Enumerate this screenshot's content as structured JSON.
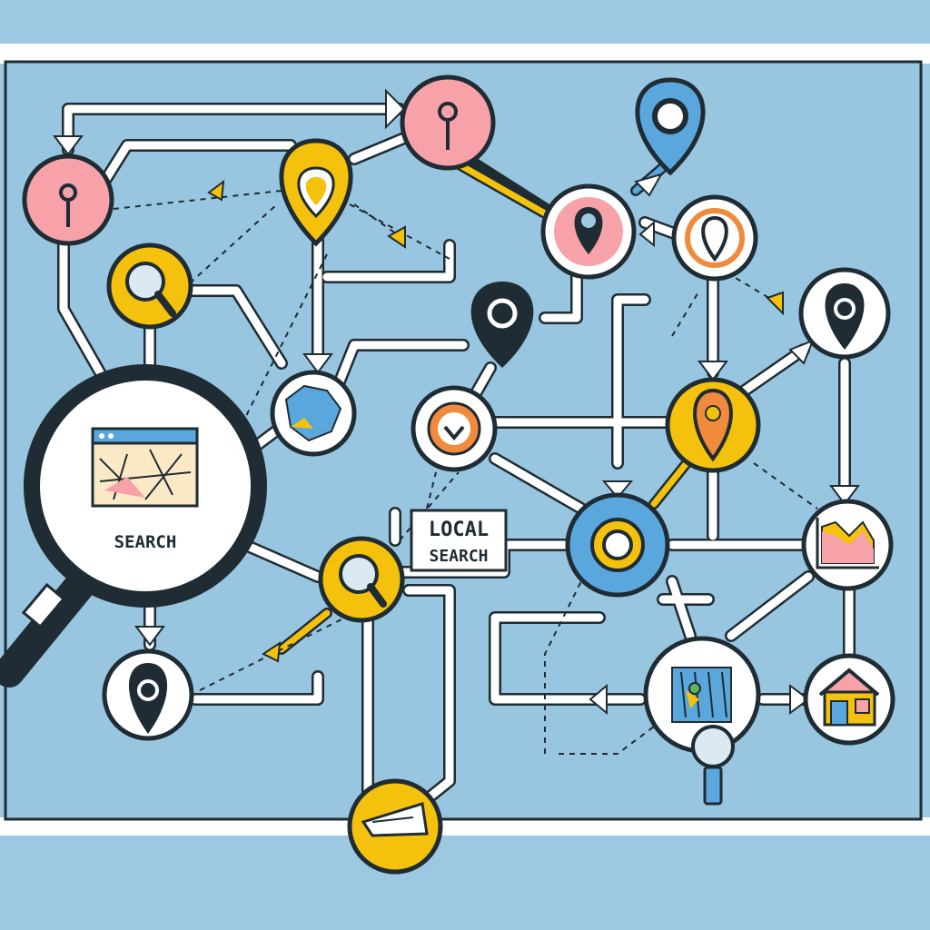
{
  "labels": {
    "search": "SEARCH",
    "local_line1": "LOCAL",
    "local_line2": "SEARCH"
  },
  "colors": {
    "background": "#9cc8e2",
    "panel": "#98c5e0",
    "line": "#ffffff",
    "outline": "#1f2c33",
    "pink": "#f7a1a8",
    "yellow": "#f4c20d",
    "blue": "#5aa7dd",
    "orange": "#f08a3c",
    "dark": "#1f2c33"
  },
  "icons": [
    "pin-icon",
    "location-marker-icon",
    "map-icon",
    "globe-map-icon",
    "magnifier-icon",
    "chart-icon",
    "house-icon",
    "paper-plane-icon",
    "browser-window-icon"
  ]
}
